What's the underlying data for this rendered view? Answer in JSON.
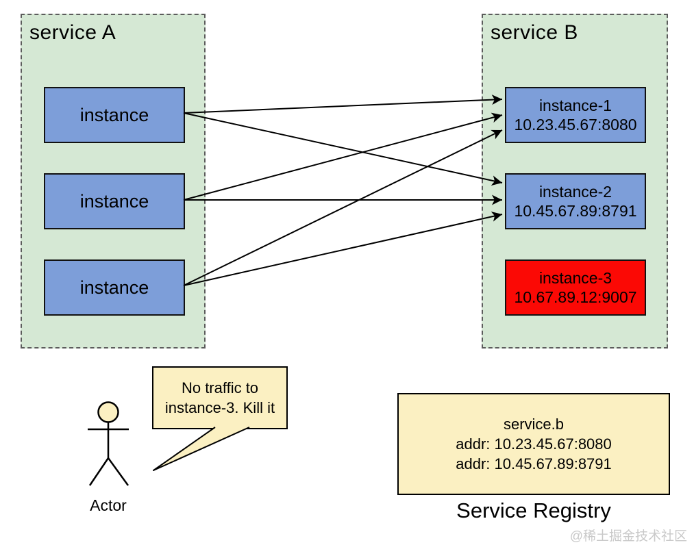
{
  "colors": {
    "container_fill": "#d5e8d4",
    "instance_alive_blue": "#7d9ed9",
    "instance_dead_red": "#fb0905",
    "note_yellow": "#fbf0c2",
    "arrow_black": "#000000",
    "watermark_gray": "#c9c9c9"
  },
  "service_a": {
    "title": "service A",
    "instances": [
      {
        "label": "instance"
      },
      {
        "label": "instance"
      },
      {
        "label": "instance"
      }
    ]
  },
  "service_b": {
    "title": "service B",
    "instances": [
      {
        "name": "instance-1",
        "addr": "10.23.45.67:8080",
        "color": "#7d9ed9"
      },
      {
        "name": "instance-2",
        "addr": "10.45.67.89:8791",
        "color": "#7d9ed9"
      },
      {
        "name": "instance-3",
        "addr": "10.67.89.12:9007",
        "color": "#fb0905"
      }
    ]
  },
  "edges": [
    {
      "from": "service-a/instance-1",
      "to": "service-b/instance-1"
    },
    {
      "from": "service-a/instance-1",
      "to": "service-b/instance-2"
    },
    {
      "from": "service-a/instance-2",
      "to": "service-b/instance-1"
    },
    {
      "from": "service-a/instance-2",
      "to": "service-b/instance-2"
    },
    {
      "from": "service-a/instance-3",
      "to": "service-b/instance-1"
    },
    {
      "from": "service-a/instance-3",
      "to": "service-b/instance-2"
    }
  ],
  "actor": {
    "label": "Actor",
    "speech_lines": [
      "No traffic to",
      "instance-3. Kill it"
    ]
  },
  "registry": {
    "service_name": "service.b",
    "entries": [
      "addr: 10.23.45.67:8080",
      "addr: 10.45.67.89:8791"
    ],
    "caption": "Service Registry"
  },
  "watermark": "@稀土掘金技术社区"
}
